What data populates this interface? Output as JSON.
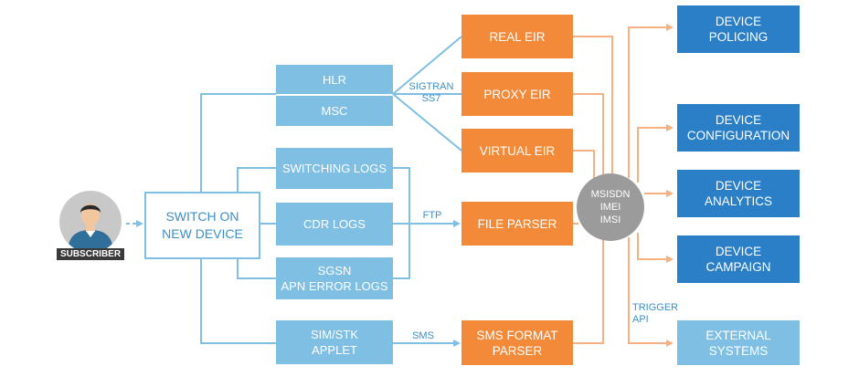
{
  "subscriber": {
    "label": "SUBSCRIBER"
  },
  "switch_box": {
    "label": "SWITCH ON\nNEW DEVICE"
  },
  "network_boxes": [
    {
      "id": "hlr",
      "label": "HLR"
    },
    {
      "id": "msc",
      "label": "MSC"
    },
    {
      "id": "switching-logs",
      "label": "SWITCHING LOGS"
    },
    {
      "id": "cdr-logs",
      "label": "CDR LOGS"
    },
    {
      "id": "sgsn",
      "label": "SGSN\nAPN ERROR LOGS"
    },
    {
      "id": "sim-stk",
      "label": "SIM/STK\nAPPLET"
    }
  ],
  "processors": [
    {
      "id": "real-eir",
      "label": "REAL EIR"
    },
    {
      "id": "proxy-eir",
      "label": "PROXY EIR"
    },
    {
      "id": "virtual-eir",
      "label": "VIRTUAL EIR"
    },
    {
      "id": "file-parser",
      "label": "FILE PARSER"
    },
    {
      "id": "sms-parser",
      "label": "SMS FORMAT\nPARSER"
    }
  ],
  "connector_labels": {
    "sigtran": "SIGTRAN\nSS7",
    "ftp": "FTP",
    "sms": "SMS",
    "trigger": "TRIGGER\nAPI"
  },
  "hub": {
    "label": "MSISDN\nIMEI\nIMSI"
  },
  "outputs": [
    {
      "id": "device-policing",
      "label": "DEVICE\nPOLICING"
    },
    {
      "id": "device-configuration",
      "label": "DEVICE\nCONFIGURATION"
    },
    {
      "id": "device-analytics",
      "label": "DEVICE\nANALYTICS"
    },
    {
      "id": "device-campaign",
      "label": "DEVICE\nCAMPAIGN"
    },
    {
      "id": "external-systems",
      "label": "EXTERNAL\nSYSTEMS"
    }
  ],
  "colors": {
    "light_blue": "#7fbfe4",
    "orange": "#f28a3a",
    "orange_line": "#f6b183",
    "dark_blue": "#2a7fc6",
    "hub_gray": "#9b9b9b"
  }
}
